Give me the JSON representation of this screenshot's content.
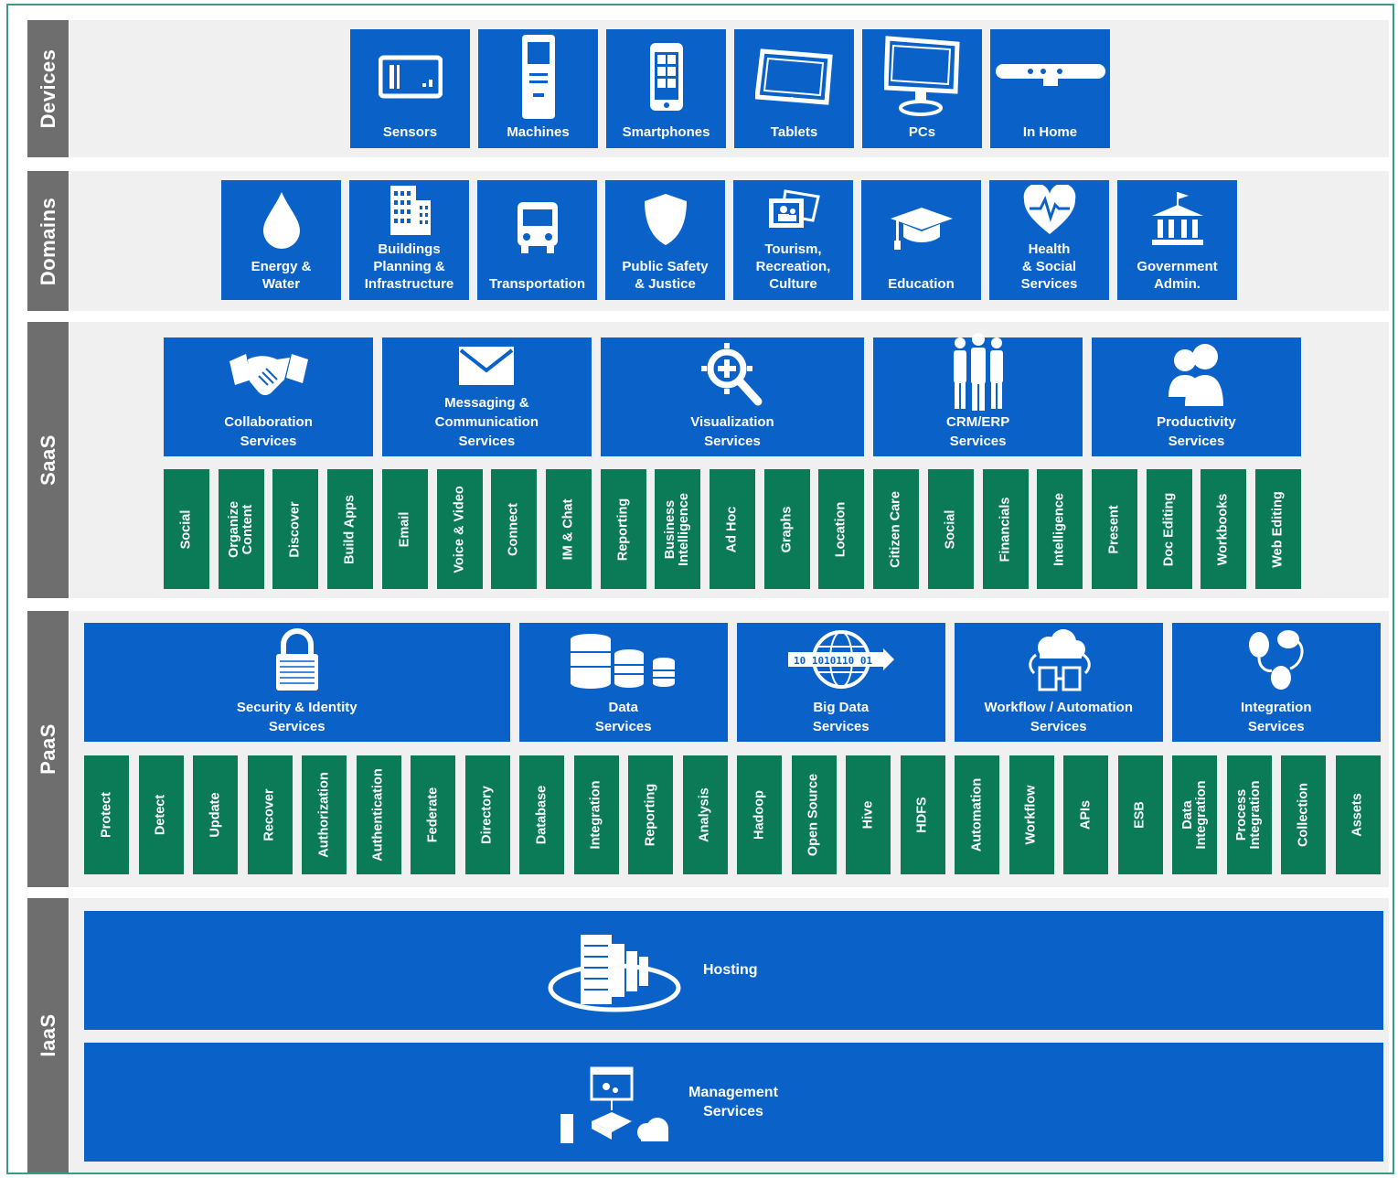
{
  "colors": {
    "tile_blue": "#0a62c8",
    "sub_green": "#0b7a57",
    "label_gray": "#6e6e6e",
    "row_bg": "#f0f0f0",
    "border": "#3a9a86"
  },
  "layers": {
    "devices": {
      "label": "Devices",
      "items": [
        {
          "label": "Sensors",
          "icon": "sensor-icon"
        },
        {
          "label": "Machines",
          "icon": "kiosk-machine-icon"
        },
        {
          "label": "Smartphones",
          "icon": "smartphone-icon"
        },
        {
          "label": "Tablets",
          "icon": "tablet-icon"
        },
        {
          "label": "PCs",
          "icon": "monitor-icon"
        },
        {
          "label": "In Home",
          "icon": "motion-sensor-bar-icon"
        }
      ]
    },
    "domains": {
      "label": "Domains",
      "items": [
        {
          "label": "Energy &\nWater",
          "icon": "water-drop-icon"
        },
        {
          "label": "Buildings\nPlanning &\nInfrastructure",
          "icon": "building-icon"
        },
        {
          "label": "Transportation",
          "icon": "bus-icon"
        },
        {
          "label": "Public Safety\n& Justice",
          "icon": "shield-icon"
        },
        {
          "label": "Tourism,\nRecreation,\nCulture",
          "icon": "photos-icon"
        },
        {
          "label": "Education",
          "icon": "graduation-cap-icon"
        },
        {
          "label": "Health\n& Social\nServices",
          "icon": "heart-pulse-icon"
        },
        {
          "label": "Government\nAdmin.",
          "icon": "government-building-icon"
        }
      ]
    },
    "saas": {
      "label": "SaaS",
      "services": [
        {
          "label": "Collaboration\nServices",
          "icon": "handshake-icon",
          "subs": [
            "Social",
            "Organize\nContent",
            "Discover",
            "Build Apps"
          ]
        },
        {
          "label": "Messaging &\nCommunication\nServices",
          "icon": "envelope-icon",
          "subs": [
            "Email",
            "Voice & Video",
            "Connect",
            "IM & Chat"
          ]
        },
        {
          "label": "Visualization\nServices",
          "icon": "magnifier-target-icon",
          "subs": [
            "Reporting",
            "Business\nIntelligence",
            "Ad Hoc",
            "Graphs",
            "Location"
          ]
        },
        {
          "label": "CRM/ERP\nServices",
          "icon": "people-group-icon",
          "subs": [
            "Citizen Care",
            "Social",
            "Financials",
            "Intelligence"
          ]
        },
        {
          "label": "Productivity\nServices",
          "icon": "users-icon",
          "subs": [
            "Present",
            "Doc Editing",
            "Workbooks",
            "Web Editing"
          ]
        }
      ]
    },
    "paas": {
      "label": "PaaS",
      "services": [
        {
          "label": "Security & Identity\nServices",
          "icon": "padlock-icon",
          "subs": [
            "Protect",
            "Detect",
            "Update",
            "Recover",
            "Authorization",
            "Authentication",
            "Federate",
            "Directory"
          ]
        },
        {
          "label": "Data\nServices",
          "icon": "database-icon",
          "subs": [
            "Database",
            "Integration",
            "Reporting",
            "Analysis"
          ]
        },
        {
          "label": "Big Data\nServices",
          "icon": "globe-binary-icon",
          "subs": [
            "Hadoop",
            "Open Source",
            "Hive",
            "HDFS"
          ]
        },
        {
          "label": "Workflow / Automation\nServices",
          "icon": "cloud-workflow-icon",
          "subs": [
            "Automation",
            "Workflow",
            "APIs",
            "ESB"
          ]
        },
        {
          "label": "Integration\nServices",
          "icon": "mice-integration-icon",
          "subs": [
            "Data\nIntegration",
            "Process\nIntegration",
            "Collection",
            "Assets"
          ]
        }
      ]
    },
    "iaas": {
      "label": "IaaS",
      "items": [
        {
          "label": "Hosting",
          "icon": "server-ring-icon"
        },
        {
          "label": "Management\nServices",
          "icon": "management-devices-icon"
        }
      ]
    }
  }
}
